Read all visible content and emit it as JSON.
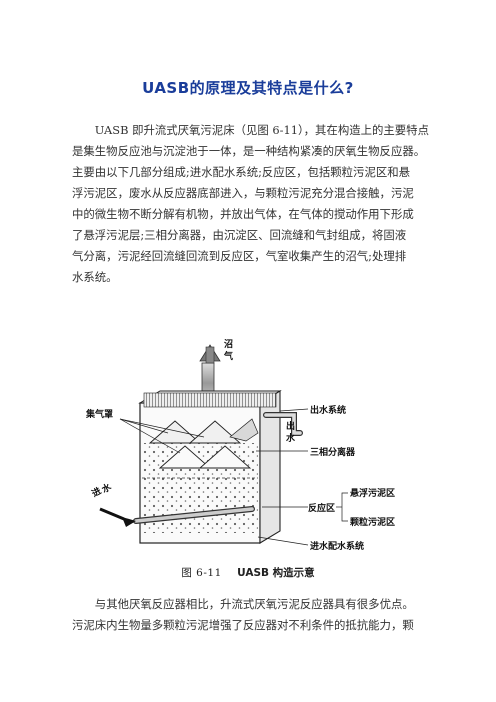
{
  "title": "UASB的原理及其特点是什么?",
  "paragraph1": [
    "UASB 即升流式厌氧污泥床（见图 6-11），其在构造上的主要特点",
    "是集生物反应池与沉淀池于一体，是一种结构紧凑的厌氧生物反应器。",
    "主要由以下几部分组成;进水配水系统;反应区，包括颗粒污泥区和悬",
    "浮污泥区，废水从反应器底部进入，与颗粒污泥充分混合接触，污泥",
    "中的微生物不断分解有机物，并放出气体，在气体的搅动作用下形成",
    "了悬浮污泥层;三相分离器，由沉淀区、回流缝和气封组成，将固液",
    "气分离，污泥经回流缝回流到反应区，气室收集产生的沼气;处理排",
    "水系统。"
  ],
  "figure": {
    "labels": {
      "biogas": [
        "沼",
        "气"
      ],
      "gas_hood": "集气罩",
      "outlet_system": "出水系统",
      "outlet": [
        "出",
        "水"
      ],
      "separator": "三相分离器",
      "suspended_zone": "悬浮污泥区",
      "reaction_zone": "反应区",
      "granular_zone": "颗粒污泥区",
      "inlet": [
        "进",
        "水"
      ],
      "inlet_system": "进水配水系统"
    },
    "caption_number": "图 6-11",
    "caption_text": "UASB 构造示意"
  },
  "paragraph2": [
    "与其他厌氧反应器相比，升流式厌氧污泥反应器具有很多优点。",
    "污泥床内生物量多颗粒污泥增强了反应器对不利条件的抵抗能力，颗"
  ]
}
